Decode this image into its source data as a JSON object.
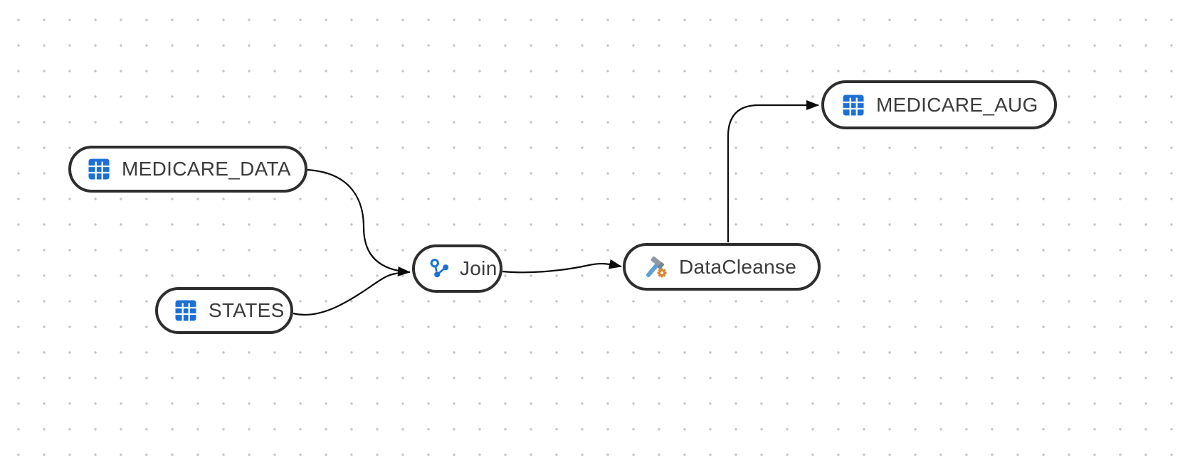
{
  "canvas": {
    "type": "data-flow-diagram",
    "background": "#ffffff",
    "grid_dot_color": "#c4c4c4"
  },
  "colors": {
    "node_border": "#2e2e2e",
    "node_fill": "#ffffff",
    "node_label": "#3b3b3b",
    "edge": "#0b0b0b",
    "table_icon_blue": "#1c6fd4",
    "join_icon_blue": "#1b72d8",
    "hammer_handle_blue": "#5d9fd6",
    "hammer_head_gray": "#9099a3",
    "gear_orange": "#d9822b"
  },
  "nodes": [
    {
      "label": "MEDICARE_DATA",
      "kind": "dataset",
      "icon": "table-icon"
    },
    {
      "label": "STATES",
      "kind": "dataset",
      "icon": "table-icon"
    },
    {
      "label": "Join",
      "kind": "transform",
      "icon": "join-icon"
    },
    {
      "label": "DataCleanse",
      "kind": "transform",
      "icon": "hammer-gear-icon"
    },
    {
      "label": "MEDICARE_AUG",
      "kind": "dataset",
      "icon": "table-icon"
    }
  ],
  "edges": [
    {
      "from": "MEDICARE_DATA",
      "to": "Join"
    },
    {
      "from": "STATES",
      "to": "Join"
    },
    {
      "from": "Join",
      "to": "DataCleanse"
    },
    {
      "from": "DataCleanse",
      "to": "MEDICARE_AUG"
    }
  ]
}
